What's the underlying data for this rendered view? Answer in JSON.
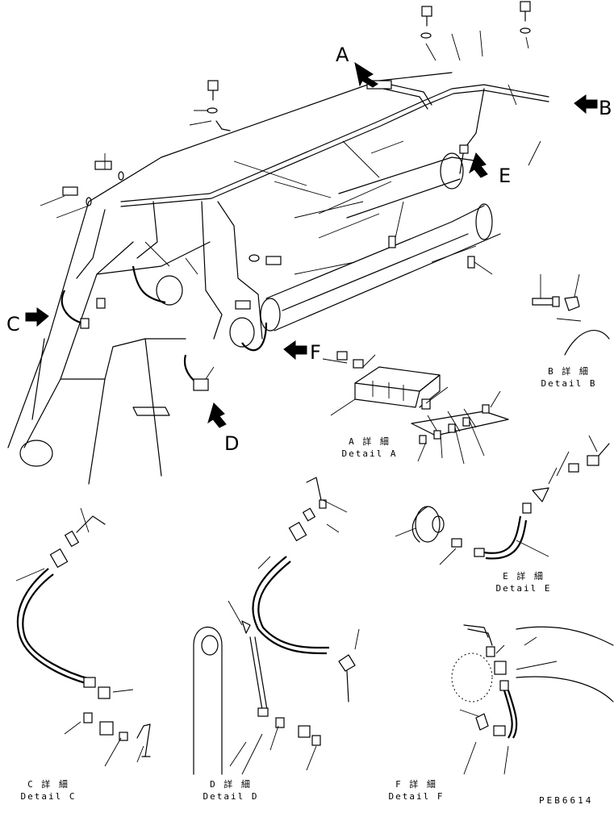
{
  "callouts": {
    "a": "A",
    "b": "B",
    "c": "C",
    "d": "D",
    "e": "E",
    "f": "F"
  },
  "details": {
    "a": {
      "jp": "A 詳 細",
      "en": "Detail A"
    },
    "b": {
      "jp": "B 詳 細",
      "en": "Detail B"
    },
    "c": {
      "jp": "C 詳 細",
      "en": "Detail C"
    },
    "d": {
      "jp": "D 詳 細",
      "en": "Detail D"
    },
    "e": {
      "jp": "E 詳 細",
      "en": "Detail E"
    },
    "f": {
      "jp": "F 詳 細",
      "en": "Detail F"
    }
  },
  "drawing_code": "PEB6614"
}
